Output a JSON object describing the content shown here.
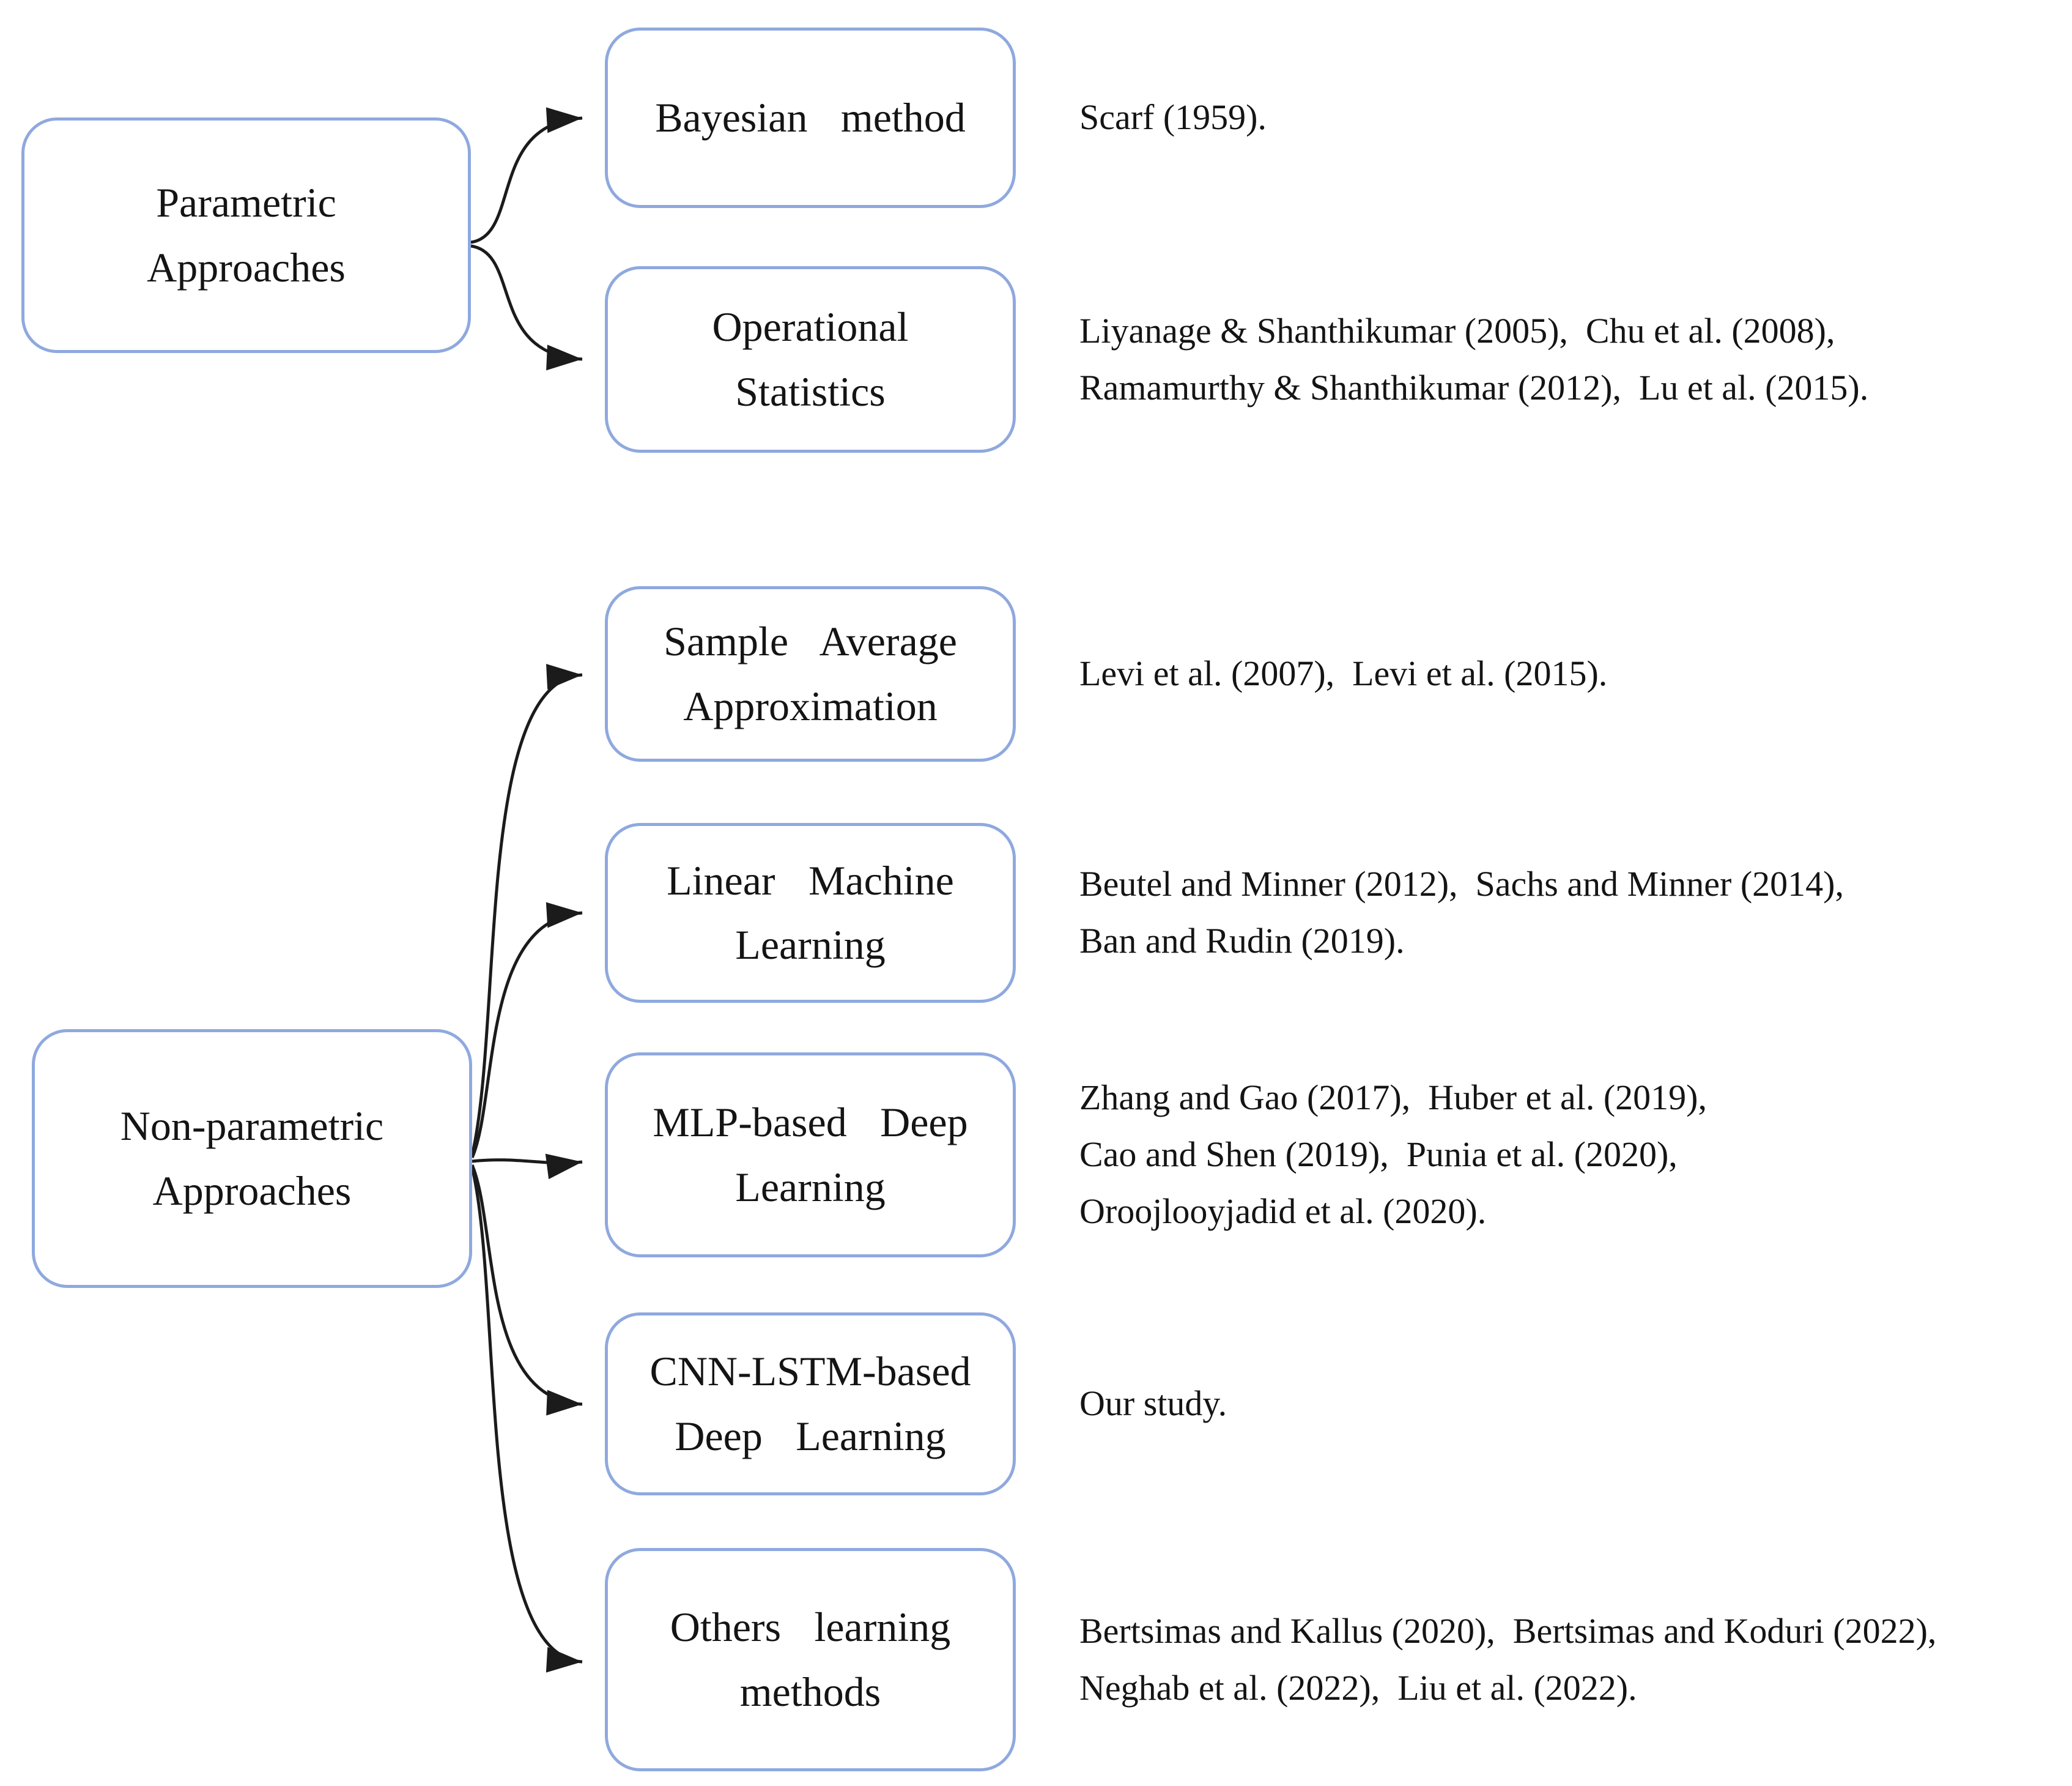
{
  "diagram": {
    "title": "Taxonomy of parametric and non-parametric approaches with related literature",
    "colors": {
      "box_border": "#8FA9DF",
      "text": "#141414",
      "arrow": "#1b1b1b",
      "background": "#ffffff"
    },
    "groups": [
      {
        "id": "parametric",
        "label": "Parametric Approaches",
        "children": [
          {
            "id": "bayesian",
            "label": "Bayesian method",
            "citation_lines": [
              "Scarf (1959)."
            ]
          },
          {
            "id": "operational",
            "label": "Operational Statistics",
            "citation_lines": [
              "Liyanage & Shanthikumar (2005),  Chu et al. (2008),",
              "Ramamurthy & Shanthikumar (2012),  Lu et al. (2015)."
            ]
          }
        ]
      },
      {
        "id": "nonparametric",
        "label": "Non-parametric Approaches",
        "children": [
          {
            "id": "saa",
            "label": "Sample Average Approximation",
            "citation_lines": [
              "Levi et al. (2007),  Levi et al. (2015)."
            ]
          },
          {
            "id": "linearml",
            "label": "Linear Machine Learning",
            "citation_lines": [
              "Beutel and Minner (2012),  Sachs and Minner (2014),",
              "Ban and Rudin (2019)."
            ]
          },
          {
            "id": "mlp",
            "label": "MLP-based Deep Learning",
            "citation_lines": [
              "Zhang and Gao (2017),  Huber et al. (2019),",
              "Cao and Shen (2019),  Punia et al. (2020),",
              "Oroojlooyjadid et al. (2020)."
            ]
          },
          {
            "id": "cnn",
            "label": "CNN-LSTM-based Deep Learning",
            "citation_lines": [
              "Our study."
            ]
          },
          {
            "id": "others",
            "label": "Others learning methods",
            "citation_lines": [
              "Bertsimas and Kallus (2020),  Bertsimas and Koduri (2022),",
              "Neghab et al. (2022),  Liu et al. (2022)."
            ]
          }
        ]
      }
    ]
  }
}
